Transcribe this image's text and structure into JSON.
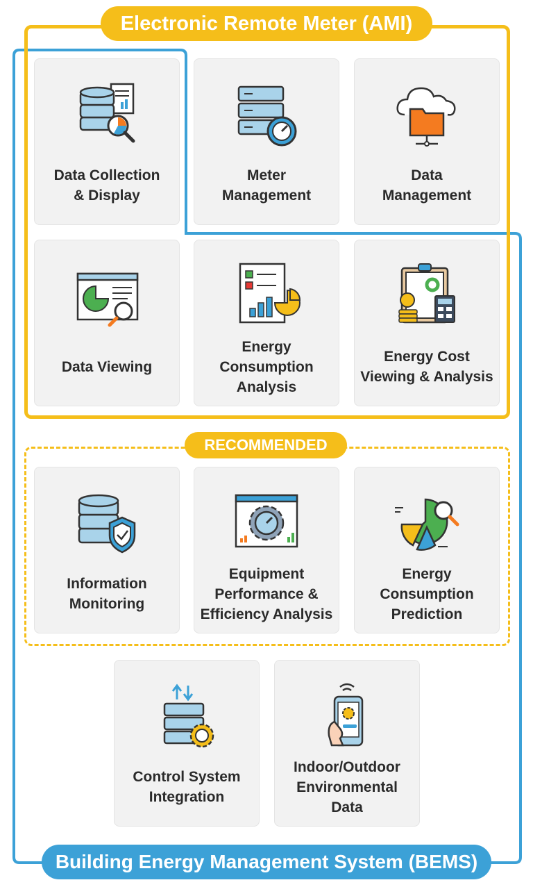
{
  "headers": {
    "ami": "Electronic Remote Meter (AMI)",
    "recommended": "RECOMMENDED",
    "bems": "Building Energy Management System (BEMS)"
  },
  "colors": {
    "ami": "#F5BE1A",
    "bems": "#3CA1D7",
    "card": "#F2F2F2",
    "text": "#2A2A2A"
  },
  "cards": [
    {
      "label": "Data Collection\n& Display",
      "icon": "database-search-icon"
    },
    {
      "label": "Meter\nManagement",
      "icon": "server-gauge-icon"
    },
    {
      "label": "Data\nManagement",
      "icon": "cloud-folder-icon"
    },
    {
      "label": "Data Viewing",
      "icon": "dashboard-pie-search-icon"
    },
    {
      "label": "Energy\nConsumption\nAnalysis",
      "icon": "checklist-chart-icon"
    },
    {
      "label": "Energy Cost\nViewing & Analysis",
      "icon": "clipboard-coins-calculator-icon"
    },
    {
      "label": "Information\nMonitoring",
      "icon": "database-shield-icon"
    },
    {
      "label": "Equipment\nPerformance &\nEfficiency Analysis",
      "icon": "gear-gauge-window-icon"
    },
    {
      "label": "Energy\nConsumption\nPrediction",
      "icon": "pie-chart-search-icon"
    },
    {
      "label": "Control System\nIntegration",
      "icon": "server-arrows-gear-icon"
    },
    {
      "label": "Indoor/Outdoor\nEnvironmental\nData",
      "icon": "phone-hand-gear-icon"
    }
  ]
}
